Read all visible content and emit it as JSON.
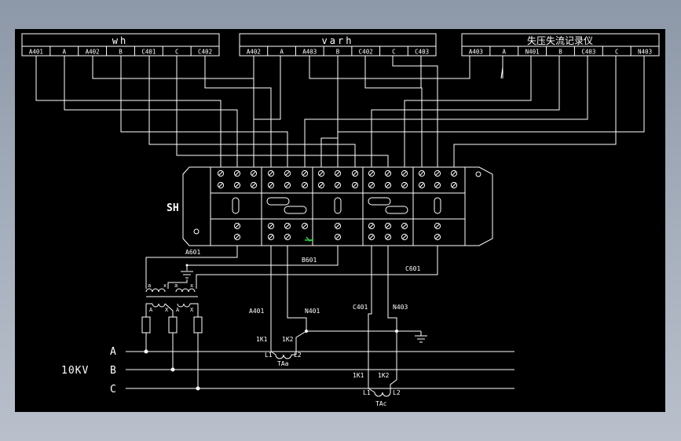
{
  "meters": [
    {
      "title": "wh",
      "terminals": [
        "A401",
        "A",
        "A402",
        "B",
        "C401",
        "C",
        "C402"
      ]
    },
    {
      "title": "varh",
      "terminals": [
        "A402",
        "A",
        "A403",
        "B",
        "C402",
        "C",
        "C403"
      ]
    },
    {
      "title": "失压失流记录仪",
      "terminals": [
        "A403",
        "A",
        "N401",
        "B",
        "C403",
        "C",
        "N403"
      ]
    }
  ],
  "block_label": "SH",
  "wire_labels": {
    "a601": "A601",
    "b601": "B601",
    "c601": "C601"
  },
  "ct_a": {
    "left_wire": "A401",
    "right_wire": "N401",
    "k1": "1K1",
    "k2": "1K2",
    "l1": "L1",
    "l2": "L2",
    "name": "TAa"
  },
  "ct_c": {
    "left_wire": "C401",
    "right_wire": "N403",
    "k1": "1K1",
    "k2": "1K2",
    "l1": "L1",
    "l2": "L2",
    "name": "TAc"
  },
  "pt_labels": [
    "a",
    "x",
    "a",
    "x",
    "A",
    "X",
    "A",
    "X"
  ],
  "buses": [
    "A",
    "B",
    "C"
  ],
  "voltage": "10KV",
  "colors": {
    "background": "#000000",
    "line": "#ffffff",
    "accent": "#2ecc40"
  }
}
